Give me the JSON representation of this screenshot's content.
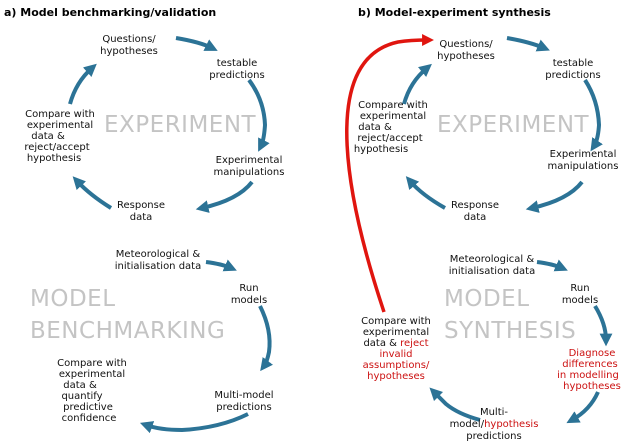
{
  "panels": {
    "a": {
      "title": "a) Model benchmarking/validation",
      "top_watermark": "EXPERIMENT",
      "bottom_watermark_line1": "MODEL",
      "bottom_watermark_line2": "BENCHMARKING",
      "cycle_top": {
        "questions": [
          "Questions/",
          "hypotheses"
        ],
        "predictions": [
          "testable",
          "predictions"
        ],
        "manipulations": [
          "Experimental",
          "manipulations"
        ],
        "response": [
          "Response",
          "data"
        ],
        "compare": [
          "Compare with",
          "experimental",
          "data &",
          "reject/accept",
          "hypothesis"
        ]
      },
      "cycle_bottom": {
        "met": [
          "Meteorological &",
          "initialisation data"
        ],
        "run": [
          "Run",
          "models"
        ],
        "multi": [
          "Multi-model",
          "predictions"
        ],
        "compare": [
          "Compare with",
          "experimental",
          "data &",
          "quantify",
          "predictive",
          "confidence"
        ]
      }
    },
    "b": {
      "title": "b) Model-experiment synthesis",
      "top_watermark": "EXPERIMENT",
      "bottom_watermark_line1": "MODEL",
      "bottom_watermark_line2": "SYNTHESIS",
      "cycle_top": {
        "questions": [
          "Questions/",
          "hypotheses"
        ],
        "predictions": [
          "testable",
          "predictions"
        ],
        "manipulations": [
          "Experimental",
          "manipulations"
        ],
        "response": [
          "Response",
          "data"
        ],
        "compare": [
          "Compare with",
          "experimental",
          "data &",
          "reject/accept",
          "hypothesis"
        ]
      },
      "cycle_bottom": {
        "met": [
          "Meteorological &",
          "initialisation data"
        ],
        "run": [
          "Run",
          "models"
        ],
        "diagnose": [
          "Diagnose",
          "differences",
          "in modelling",
          "hypotheses"
        ],
        "multi_line1": "Multi-",
        "multi_line2_black": "model/",
        "multi_line2_red": "hypothesis",
        "multi_line3": "predictions",
        "compare_black": [
          "Compare with",
          "experimental"
        ],
        "compare_mixed_black": "data & ",
        "compare_mixed_red": "reject",
        "compare_red": [
          "invalid",
          "assumptions/",
          "hypotheses"
        ]
      }
    }
  },
  "colors": {
    "arrow": "#2c7396",
    "feedback_arrow": "#e0150f",
    "highlight_text": "#cc1111",
    "watermark": "#c4c4c4"
  }
}
